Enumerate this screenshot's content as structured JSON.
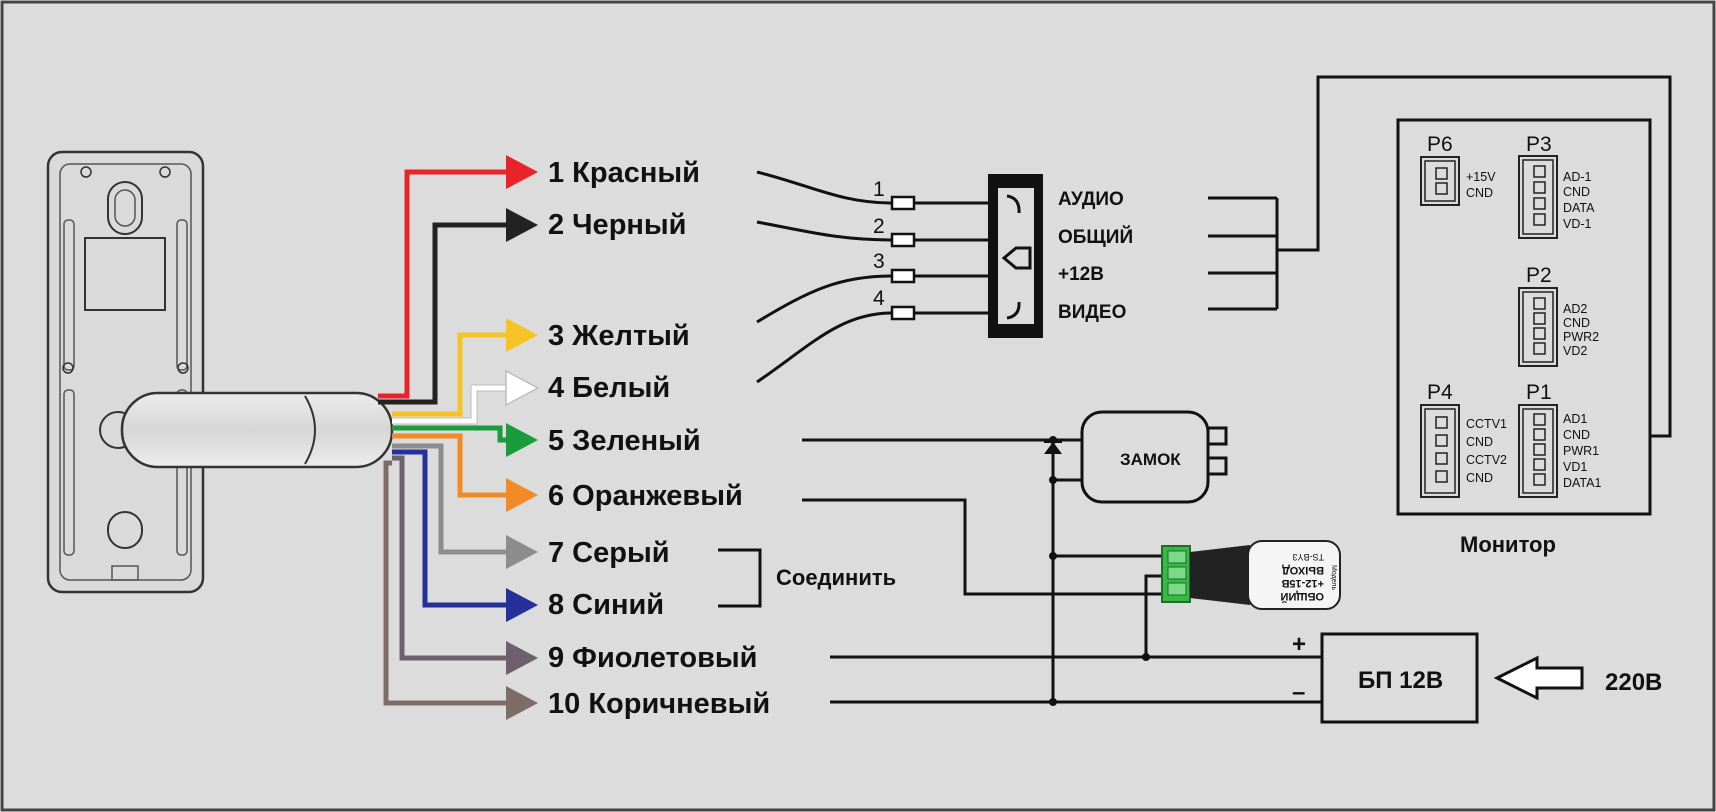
{
  "wires": [
    {
      "label": "1 Красный",
      "color": "#e8232a"
    },
    {
      "label": "2 Черный",
      "color": "#222222"
    },
    {
      "label": "3 Желтый",
      "color": "#f5c324"
    },
    {
      "label": "4 Белый",
      "color": "#ffffff"
    },
    {
      "label": "5 Зеленый",
      "color": "#1a9c3c"
    },
    {
      "label": "6 Оранжевый",
      "color": "#f28a26"
    },
    {
      "label": "7 Серый",
      "color": "#8c8c8c"
    },
    {
      "label": "8 Синий",
      "color": "#25309a"
    },
    {
      "label": "9 Фиолетовый",
      "color": "#6e5f6f"
    },
    {
      "label": "10 Коричневый",
      "color": "#7e6d66"
    }
  ],
  "connector": {
    "pin_numbers": [
      "1",
      "2",
      "3",
      "4"
    ],
    "pin_labels": [
      "АУДИО",
      "ОБЩИЙ",
      "+12В",
      "ВИДЕО"
    ]
  },
  "join_label": "Соединить",
  "lock_label": "ЗАМОК",
  "psu": {
    "label": "БП 12В",
    "plus": "+",
    "minus": "–",
    "input": "220В"
  },
  "converter": {
    "lines": [
      "ОБЩИЙ",
      "+12-15В",
      "ВЫХОД",
      "TS-BY3",
      "Модель"
    ]
  },
  "monitor": {
    "title": "Монитор",
    "ports": [
      {
        "name": "P6",
        "pins": [
          "+15V",
          "CND"
        ]
      },
      {
        "name": "P3",
        "pins": [
          "AD-1",
          "CND",
          "DATA",
          "VD-1"
        ]
      },
      {
        "name": "P2",
        "pins": [
          "AD2",
          "CND",
          "PWR2",
          "VD2"
        ]
      },
      {
        "name": "P4",
        "pins": [
          "CCTV1",
          "CND",
          "CCTV2",
          "CND"
        ]
      },
      {
        "name": "P1",
        "pins": [
          "AD1",
          "CND",
          "PWR1",
          "VD1",
          "DATA1"
        ]
      }
    ]
  }
}
